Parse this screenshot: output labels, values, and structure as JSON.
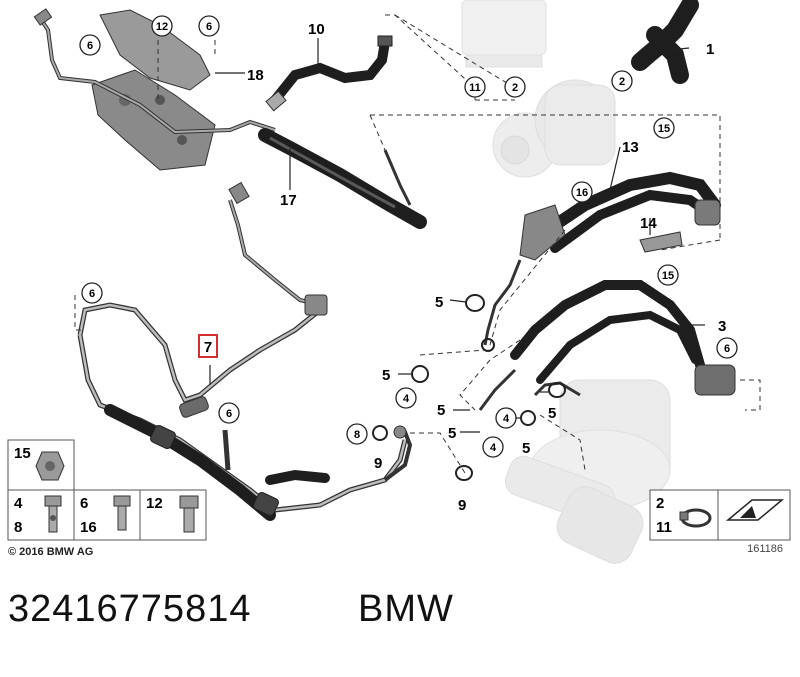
{
  "footer": {
    "part_number": "32416775814",
    "brand": "BMW"
  },
  "diagram": {
    "copyright": "© 2016 BMW AG",
    "image_code": "161186",
    "highlight_color": "#d32f2f",
    "callouts": {
      "c1": "1",
      "c2": "2",
      "c3": "3",
      "c4": "4",
      "c5": "5",
      "c6": "6",
      "c7": "7",
      "c8": "8",
      "c9": "9",
      "c10": "10",
      "c11": "11",
      "c12": "12",
      "c13": "13",
      "c14": "14",
      "c15": "15",
      "c16": "16",
      "c17": "17",
      "c18": "18"
    },
    "legend": {
      "l15": "15",
      "l4": "4",
      "l8": "8",
      "l6": "6",
      "l16": "16",
      "l12": "12",
      "l2": "2",
      "l11": "11"
    }
  }
}
